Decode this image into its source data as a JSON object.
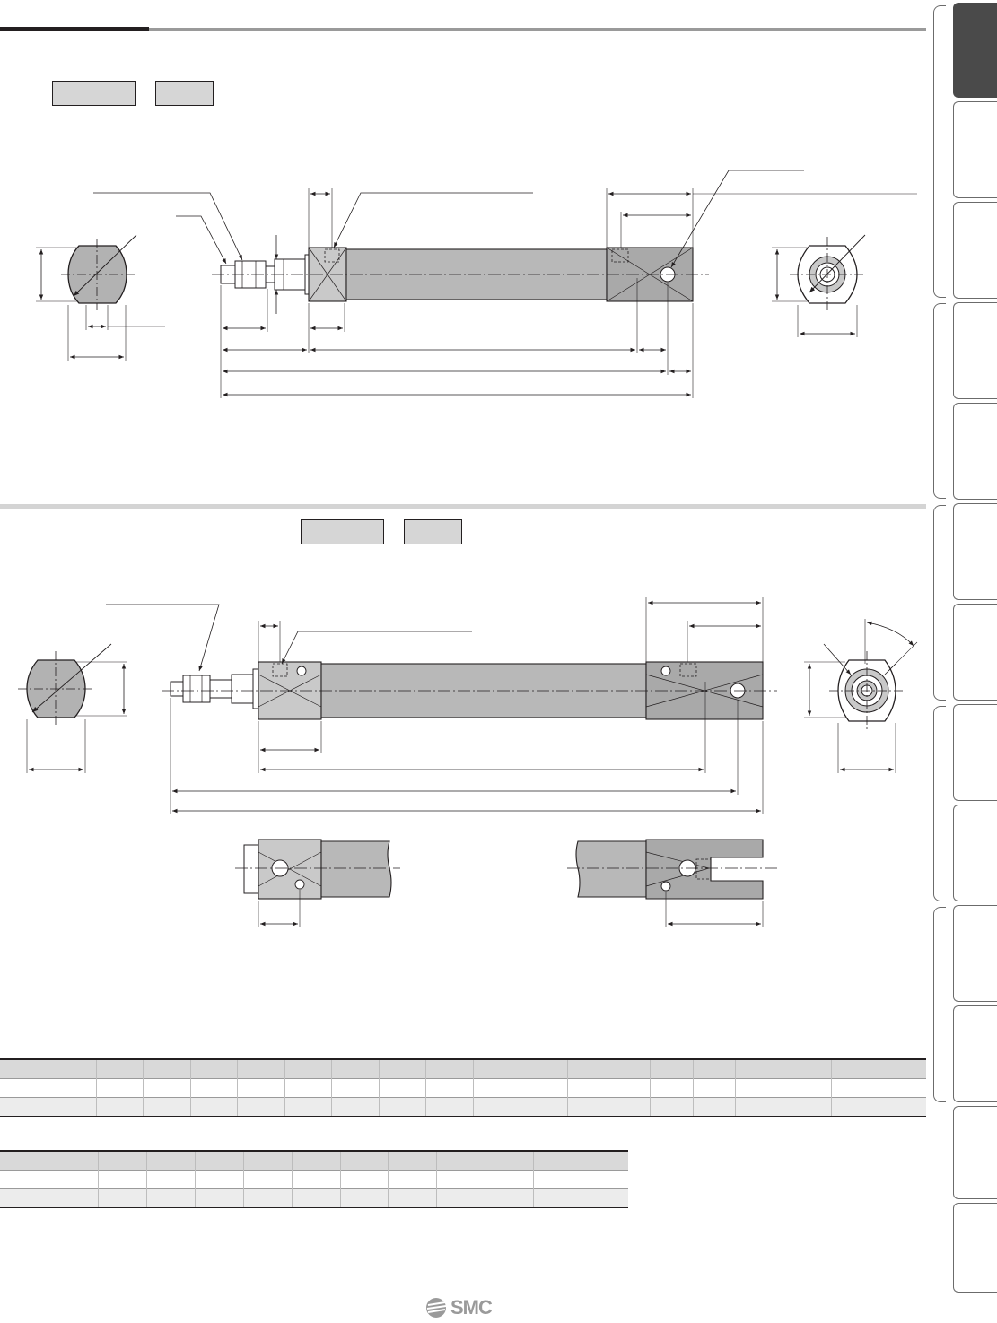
{
  "brand": {
    "logo_text": "SMC",
    "colors": {
      "body_fill": "#b8b8b8",
      "cover_fill": "#a9a9a9",
      "ink": "#231f20",
      "active_tab": "#4a4a4a",
      "table_header": "#d9d9d9"
    }
  },
  "icons": [
    "smc-logo-icon",
    "tab-icon"
  ],
  "tables": {
    "table1": {
      "columns": 18,
      "rows": 3
    },
    "table2": {
      "columns": 12,
      "rows": 3
    }
  },
  "side_tabs": {
    "count": 13,
    "active_index": 0
  }
}
